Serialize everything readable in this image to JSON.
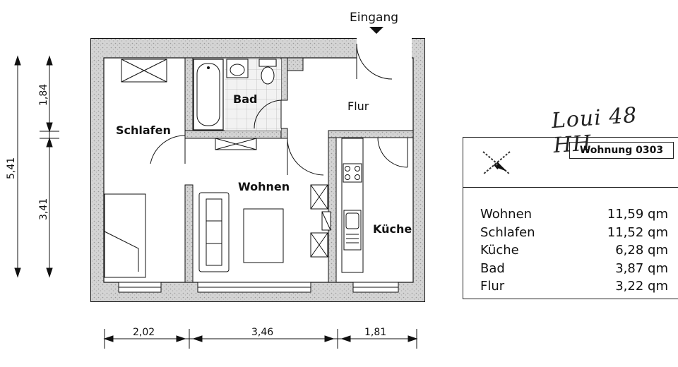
{
  "entrance": "Eingang",
  "rooms": {
    "schlafen": "Schlafen",
    "bad": "Bad",
    "flur": "Flur",
    "wohnen": "Wohnen",
    "kueche": "Küche"
  },
  "dimensions": {
    "total_height": "5,41",
    "upper_height": "1,84",
    "lower_height": "3,41",
    "width_left": "2,02",
    "width_middle": "3,46",
    "width_right": "1,81"
  },
  "handwritten_note": "Loui 48 HH",
  "unit": "Wohnung 0303",
  "compass_icon": "north-arrow-icon",
  "areas": [
    {
      "room": "Wohnen",
      "area": "11,59 qm"
    },
    {
      "room": "Schlafen",
      "area": "11,52 qm"
    },
    {
      "room": "Küche",
      "area": "6,28 qm"
    },
    {
      "room": "Bad",
      "area": "3,87 qm"
    },
    {
      "room": "Flur",
      "area": "3,22 qm"
    }
  ],
  "colors": {
    "wall": "#cfcfcf",
    "line": "#111111",
    "tile": "#e6e6e6"
  }
}
